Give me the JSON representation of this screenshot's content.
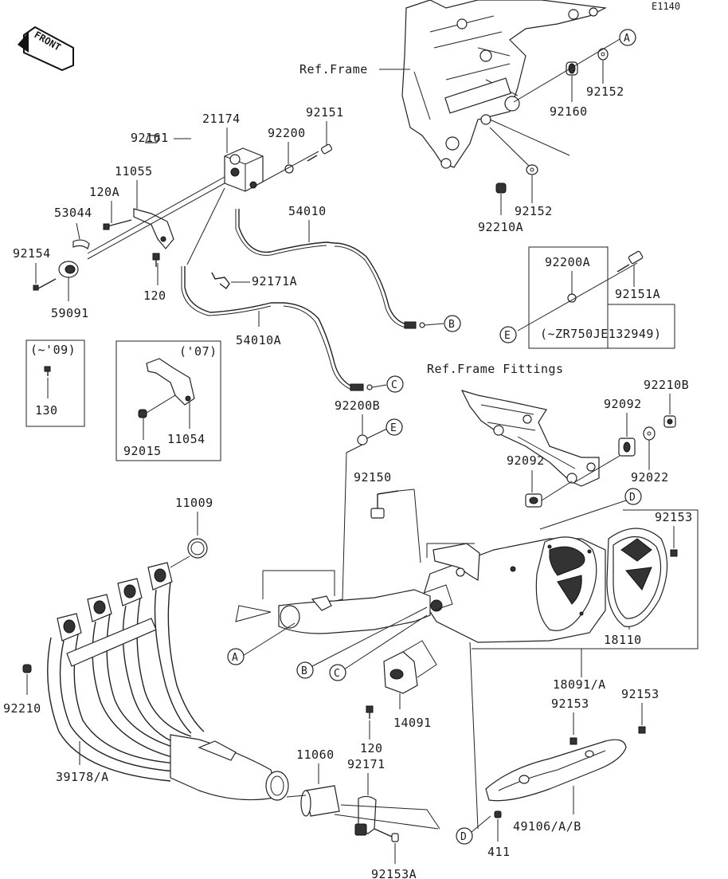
{
  "diagram_id": "E1140",
  "front_label": "FRONT",
  "reference_labels": {
    "frame": "Ref.Frame",
    "frame_fittings": "Ref.Frame Fittings"
  },
  "notes": {
    "until_09": "(~'09)",
    "model_07": "('07)",
    "serial_range": "(~ZR750JE132949)"
  },
  "callouts": [
    "A",
    "B",
    "C",
    "D",
    "E"
  ],
  "part_numbers": {
    "p92161": "92161",
    "p21174": "21174",
    "p92200": "92200",
    "p92151": "92151",
    "p11055": "11055",
    "p120A": "120A",
    "p53044": "53044",
    "p92154": "92154",
    "p59091": "59091",
    "p120a": "120",
    "p54010": "54010",
    "p92171A": "92171A",
    "p54010A": "54010A",
    "p130": "130",
    "p92015": "92015",
    "p11054": "11054",
    "p92152a": "92152",
    "p92160": "92160",
    "p92152b": "92152",
    "p92210A": "92210A",
    "p92200A": "92200A",
    "p92151A": "92151A",
    "p92210B": "92210B",
    "p92092a": "92092",
    "p92022": "92022",
    "p92200B": "92200B",
    "p92150": "92150",
    "p92092b": "92092",
    "p92153a": "92153",
    "p18110": "18110",
    "p11009": "11009",
    "p92210": "92210",
    "p39178": "39178/A",
    "p14091": "14091",
    "p120b": "120",
    "p92171": "92171",
    "p11060": "11060",
    "p92153A": "92153A",
    "p18091": "18091/A",
    "p92153b": "92153",
    "p92153c": "92153",
    "p49106": "49106/A/B",
    "p411": "411"
  }
}
